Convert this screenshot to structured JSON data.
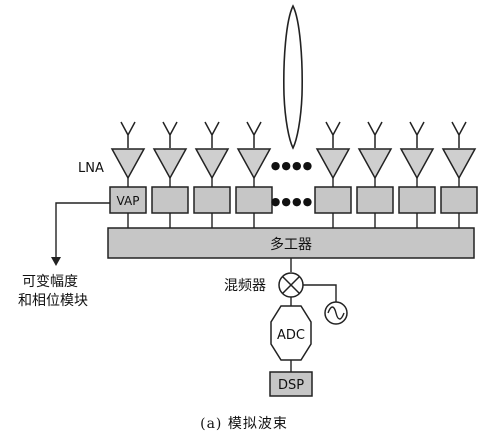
{
  "labels": {
    "lna": "LNA",
    "vap": "VAP",
    "dots_top": "●●●●",
    "dots_mid": "●●●●",
    "multiplexer": "多工器",
    "mixer": "混频器",
    "adc": "ADC",
    "dsp": "DSP",
    "vap_desc_line1": "可变幅度",
    "vap_desc_line2": "和相位模块",
    "caption": "(a)  模拟波束"
  },
  "colors": {
    "box_fill": "#c6c6c6",
    "triangle_fill": "#cfcfcf",
    "stroke": "#222222",
    "beam_fill": "#ffffff"
  },
  "channels": [
    {
      "id": "ch1",
      "group": "left"
    },
    {
      "id": "ch2",
      "group": "left"
    },
    {
      "id": "ch3",
      "group": "left"
    },
    {
      "id": "ch4",
      "group": "left"
    },
    {
      "id": "ch5",
      "group": "right"
    },
    {
      "id": "ch6",
      "group": "right"
    },
    {
      "id": "ch7",
      "group": "right"
    },
    {
      "id": "ch8",
      "group": "right"
    }
  ],
  "icons": {
    "antenna": "antenna-icon",
    "lna": "amplifier-triangle-icon",
    "mixer": "mixer-circle-x-icon",
    "oscillator": "oscillator-sine-icon",
    "beam": "beam-lobe-icon"
  }
}
